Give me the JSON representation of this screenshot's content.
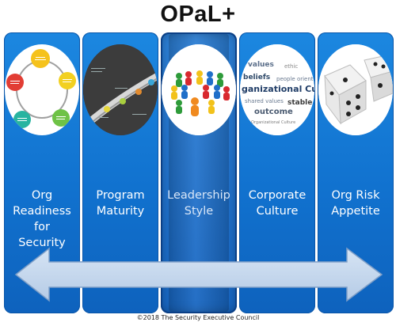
{
  "title": "OPaL+",
  "columns": [
    {
      "label_lines": [
        "Org",
        "Readiness",
        "for",
        "Security"
      ],
      "image": "cycle-diagram"
    },
    {
      "label_lines": [
        "Program",
        "Maturity"
      ],
      "image": "maturity-curve"
    },
    {
      "label_lines": [
        "Leadership",
        "Style"
      ],
      "image": "game-pawns",
      "selected": true
    },
    {
      "label_lines": [
        "Corporate",
        "Culture"
      ],
      "image": "word-cloud"
    },
    {
      "label_lines": [
        "Org Risk",
        "Appetite"
      ],
      "image": "dice"
    }
  ],
  "cycle_nodes": [
    "",
    "",
    "",
    "",
    ""
  ],
  "word_cloud": [
    "values",
    "ethic",
    "beliefs",
    "people oriented",
    "ganizational Cult",
    "shared values",
    "stable",
    "outcome",
    "Organizational Culture"
  ],
  "copyright": "©2018 The Security Executive Council",
  "colors": {
    "column": "#1172cf",
    "arrow": "#c9dbef",
    "title": "#111111"
  }
}
